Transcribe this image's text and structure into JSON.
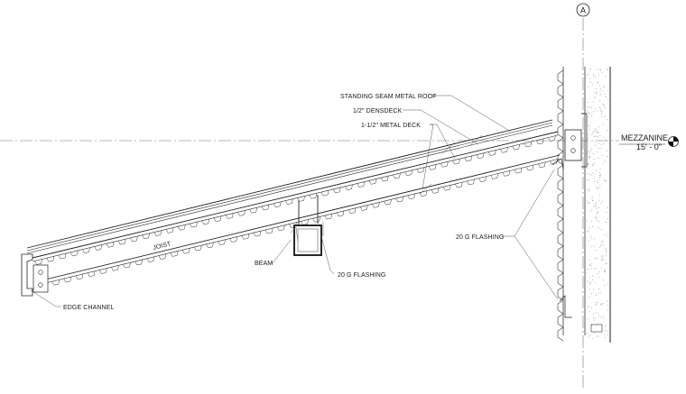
{
  "grid": {
    "bubble_label": "A"
  },
  "level": {
    "name": "MEZZANINE",
    "elevation": "15' - 0\""
  },
  "labels": {
    "roof": "STANDING SEAM METAL ROOF",
    "densdeck": "1/2\" DENSDECK",
    "metal_deck": "1-1/2\" METAL DECK",
    "joist": "JOIST",
    "beam": "BEAM",
    "flashing_beam": "20 G FLASHING",
    "flashing_wall": "20 G FLASHING",
    "edge_channel": "EDGE CHANNEL"
  },
  "colors": {
    "line": "#2a2a2a",
    "wall_hatch": "#8a8a8a",
    "text": "#1a1a1a"
  }
}
